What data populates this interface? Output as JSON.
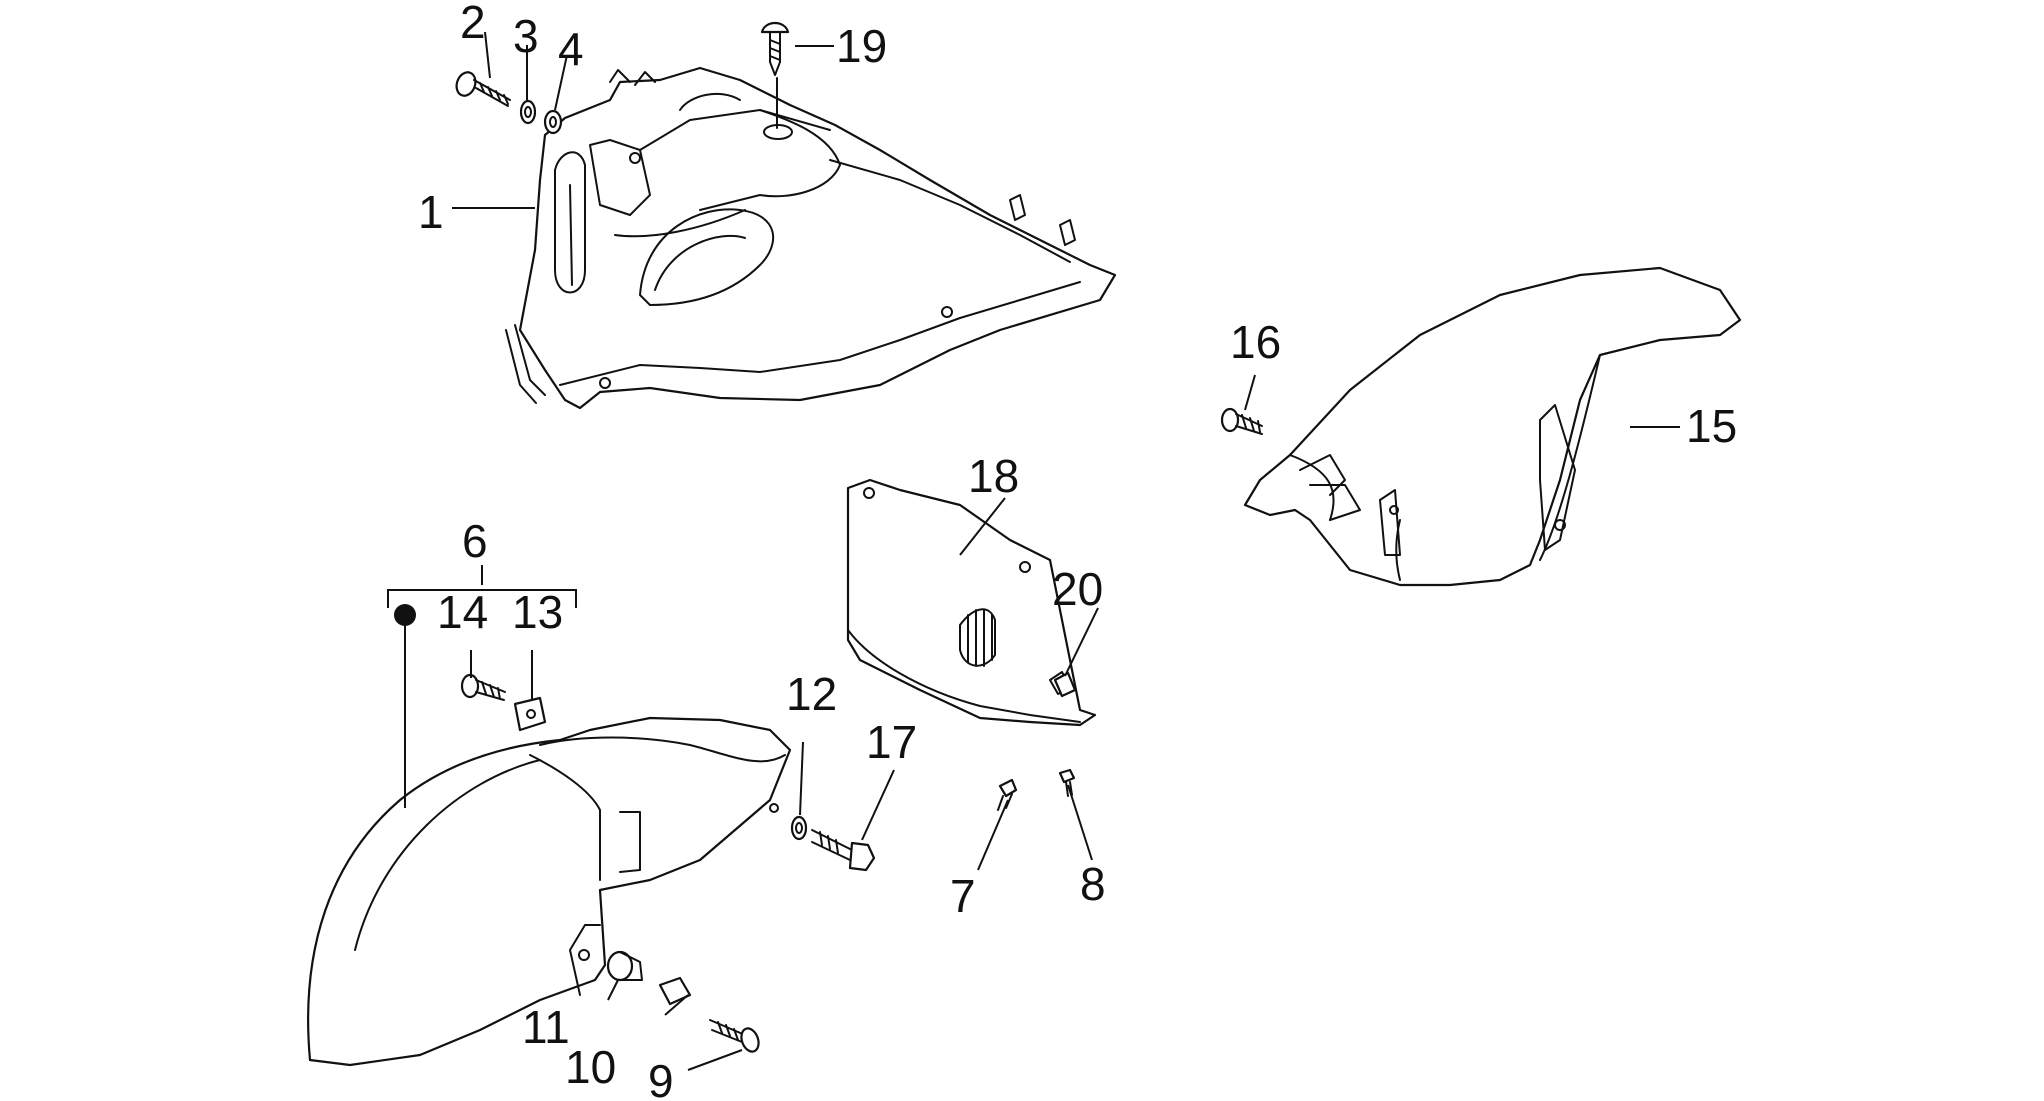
{
  "callouts": {
    "p1": "1",
    "p2": "2",
    "p3": "3",
    "p4": "4",
    "p6": "6",
    "p7": "7",
    "p8": "8",
    "p9": "9",
    "p10": "10",
    "p11": "11",
    "p12": "12",
    "p13": "13",
    "p14": "14",
    "p15": "15",
    "p16": "16",
    "p17": "17",
    "p18": "18",
    "p19": "19",
    "p20": "20"
  },
  "colors": {
    "line": "#111111",
    "background": "#ffffff"
  },
  "symbols": {
    "kit_marker": "bullet-marker"
  }
}
